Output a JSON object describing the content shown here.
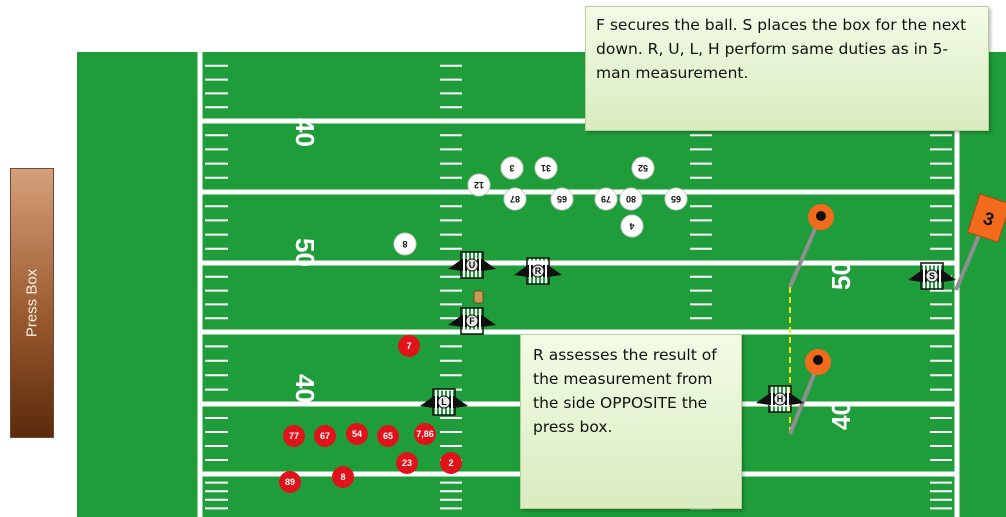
{
  "press_box": {
    "label": "Press Box"
  },
  "notes": {
    "top": "F secures the ball. S places the box for the next down. R, U, L, H perform same duties as in 5-man measurement.",
    "bottom": "R assesses the result of the measurement from the side OPPOSITE the press box."
  },
  "yard_numbers": {
    "top_40": "40",
    "mid_50": "50",
    "low_40": "40",
    "right_40_top": "40",
    "right_50": "50",
    "right_40_low": "40"
  },
  "down_box": {
    "label": "3"
  },
  "officials": [
    {
      "id": "U",
      "label": "U"
    },
    {
      "id": "R",
      "label": "R"
    },
    {
      "id": "F",
      "label": "F"
    },
    {
      "id": "L",
      "label": "L"
    },
    {
      "id": "H",
      "label": "H"
    },
    {
      "id": "S",
      "label": "S"
    }
  ],
  "defense_players": [
    "3",
    "31",
    "52",
    "12",
    "87",
    "65",
    "79",
    "80",
    "65",
    "4",
    "8"
  ],
  "offense_players": [
    "7",
    "77",
    "67",
    "54",
    "65",
    "7,86",
    "23",
    "2",
    "8",
    "89"
  ],
  "colors": {
    "field": "#1f9d3a",
    "line": "#ffffff",
    "offense": "#e0131b",
    "defense": "#ffffff",
    "chain_marker": "#f26a1b",
    "chain": "#f2e31b",
    "note_bg": "#e6f4d2"
  }
}
